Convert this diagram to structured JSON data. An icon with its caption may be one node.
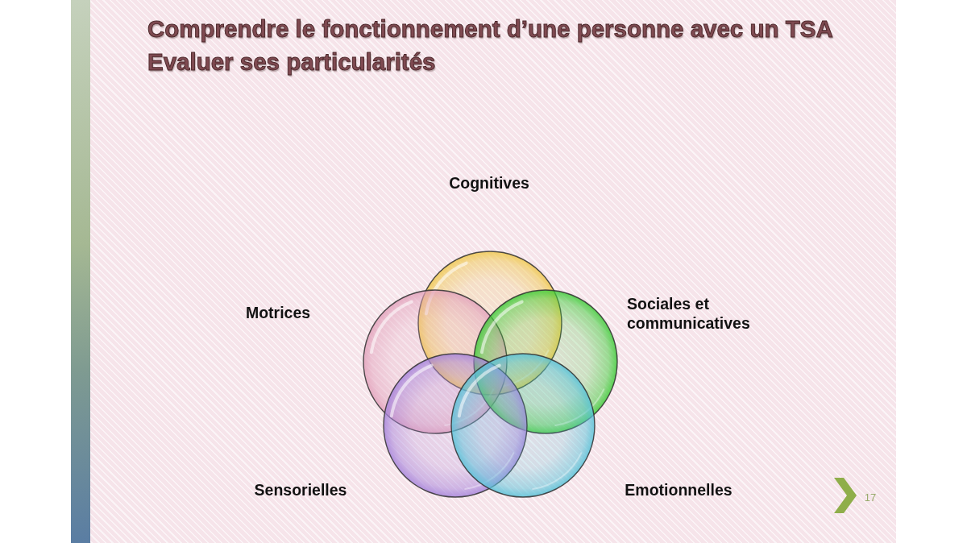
{
  "diagram": {
    "title": "Comprendre le fonctionnement d’une personne avec un TSA Evaluer ses particularités",
    "nodes": [
      {
        "text": [],
        "shape": "circle"
      },
      {
        "text": [],
        "shape": "circle",
        "beside": [
          "Motrices"
        ]
      },
      {
        "text": [],
        "shape": "circle",
        "beside": [
          "Sociales et communicatives"
        ]
      },
      {
        "text": [],
        "shape": "circle",
        "beside": [
          "Sensorielles"
        ]
      },
      {
        "text": [],
        "shape": "circle",
        "beside": [
          "Emotionnelles"
        ]
      }
    ],
    "labels": [
      "Cognitives",
      "17"
    ]
  }
}
